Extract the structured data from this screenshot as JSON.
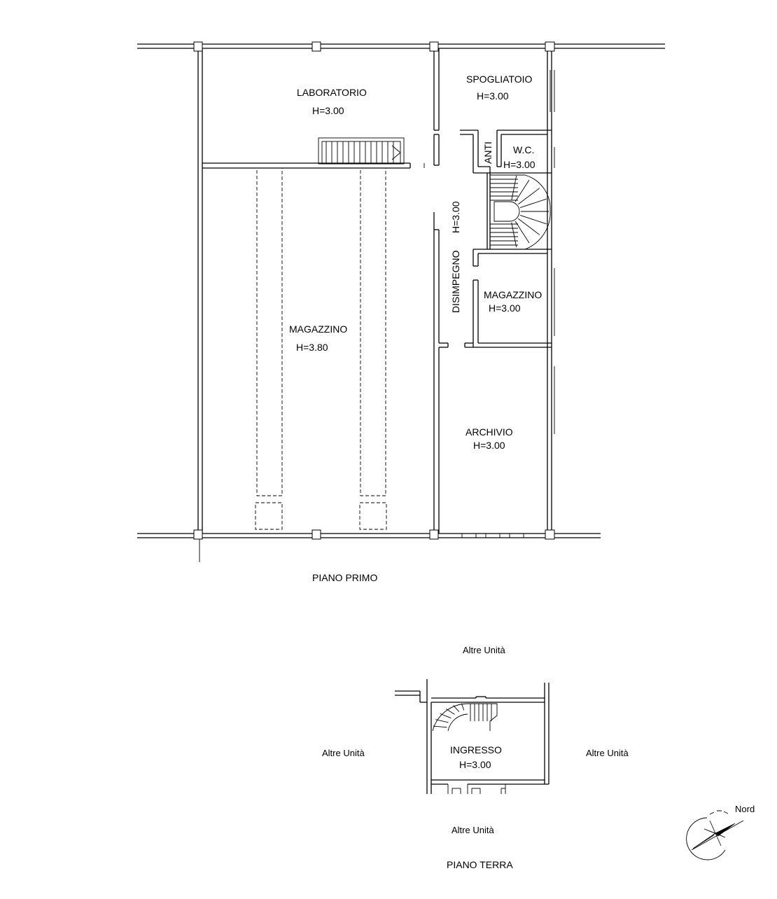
{
  "floors": {
    "first": {
      "title": "PIANO PRIMO",
      "rooms": {
        "laboratorio": {
          "name": "LABORATORIO",
          "height": "H=3.00"
        },
        "spogliatoio": {
          "name": "SPOGLIATOIO",
          "height": "H=3.00"
        },
        "anti": {
          "name": "ANTI"
        },
        "wc": {
          "name": "W.C.",
          "height": "H=3.00"
        },
        "disimpegno": {
          "name": "DISIMPEGNO",
          "height": "H=3.00"
        },
        "magazzino_small": {
          "name": "MAGAZZINO",
          "height": "H=3.00"
        },
        "magazzino_large": {
          "name": "MAGAZZINO",
          "height": "H=3.80"
        },
        "archivio": {
          "name": "ARCHIVIO",
          "height": "H=3.00"
        }
      }
    },
    "ground": {
      "title": "PIANO TERRA",
      "rooms": {
        "ingresso": {
          "name": "INGRESSO",
          "height": "H=3.00"
        }
      },
      "neighbors": {
        "top": "Altre Unità",
        "left": "Altre Unità",
        "right": "Altre Unità",
        "bottom": "Altre Unità"
      }
    }
  },
  "compass": {
    "label": "Nord",
    "icon": "north-arrow-icon"
  }
}
